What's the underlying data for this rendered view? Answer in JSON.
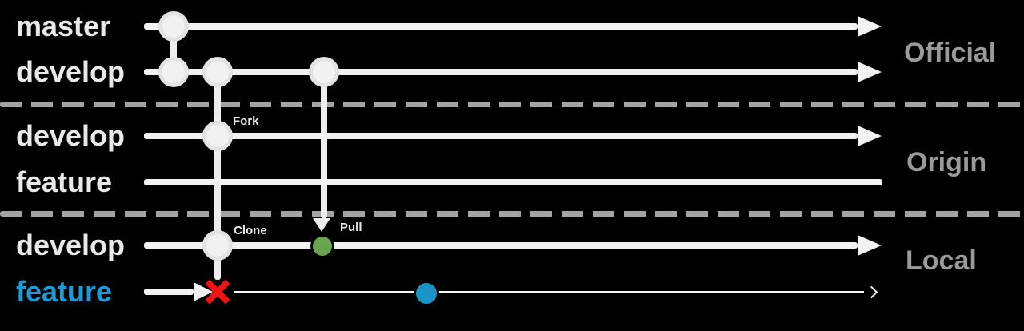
{
  "sections": [
    {
      "id": "official",
      "label": "Official"
    },
    {
      "id": "origin",
      "label": "Origin"
    },
    {
      "id": "local",
      "label": "Local"
    }
  ],
  "branches": [
    {
      "section": "official",
      "label": "master"
    },
    {
      "section": "official",
      "label": "develop"
    },
    {
      "section": "origin",
      "label": "develop"
    },
    {
      "section": "origin",
      "label": "feature"
    },
    {
      "section": "local",
      "label": "develop"
    },
    {
      "section": "local",
      "label": "feature"
    }
  ],
  "operations": [
    {
      "label": "Fork"
    },
    {
      "label": "Clone"
    },
    {
      "label": "Pull"
    }
  ],
  "markers": [
    {
      "name": "pull-commit-dot",
      "color": "#6aa44e"
    },
    {
      "name": "feature-commit-dot",
      "color": "#1a93c6"
    },
    {
      "name": "deleted-branch-x",
      "color": "#ee1414"
    }
  ],
  "colors": {
    "background": "#000000",
    "branch_line": "#f2f2f2",
    "branch_label": "#e9e9e9",
    "section_label": "#9a9a9a",
    "local_feature_label": "#1b9cd8",
    "divider_dash": "#a3a3a3",
    "green_dot": "#6aa44e",
    "blue_dot": "#1a93c6",
    "red_x": "#ee1414"
  }
}
